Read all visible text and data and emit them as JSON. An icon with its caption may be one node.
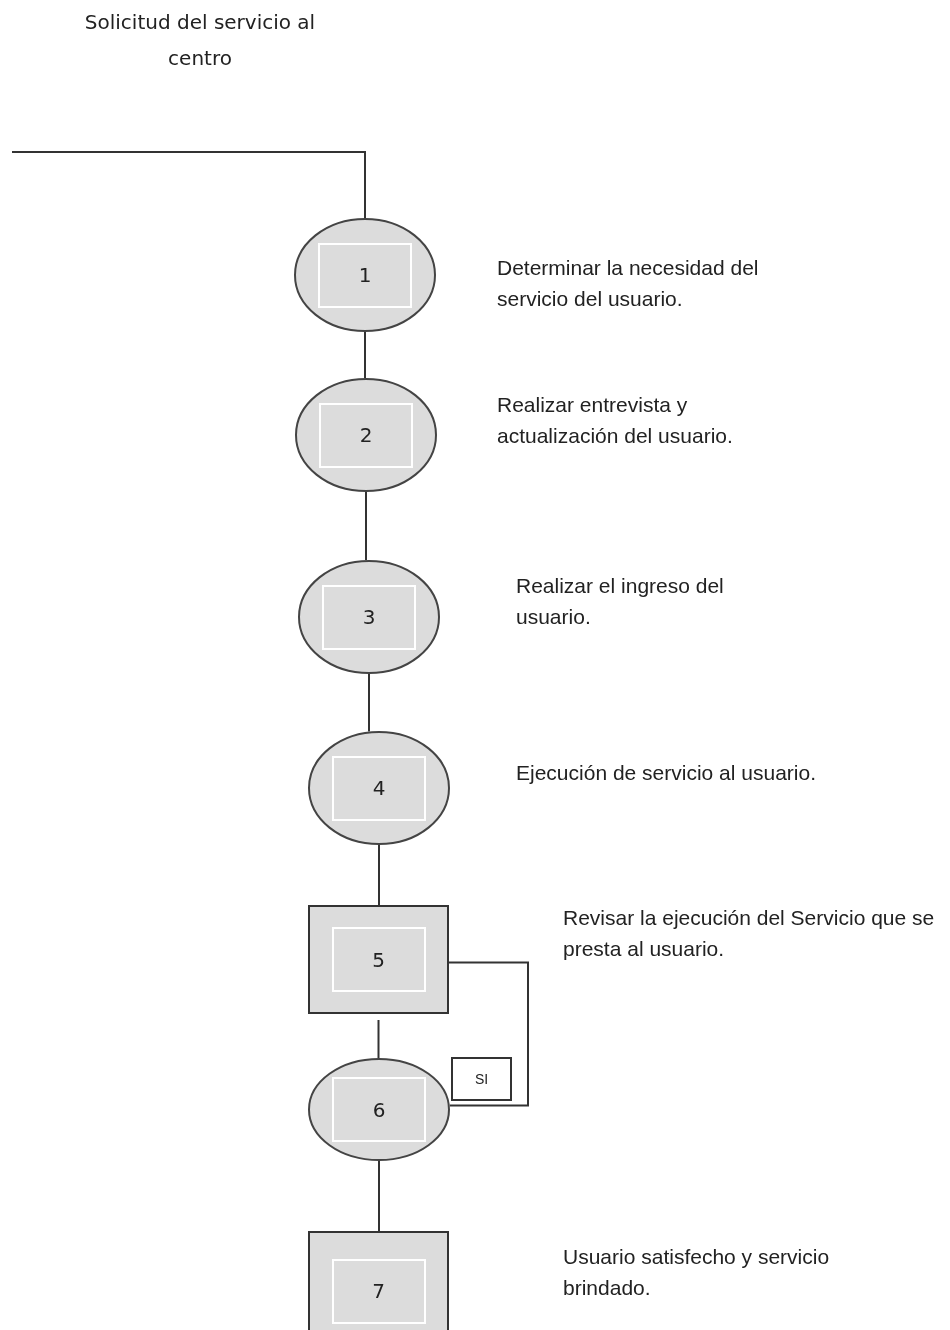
{
  "diagram": {
    "nodes": [
      {
        "text": [
          "1"
        ],
        "beside": [
          "Determinar la necesidad del servicio del usuario."
        ]
      },
      {
        "text": [
          "2"
        ],
        "beside": [
          "Realizar entrevista y actualización del usuario."
        ]
      },
      {
        "text": [
          "3"
        ],
        "beside": [
          "Realizar el ingreso del usuario."
        ]
      },
      {
        "text": [
          "4"
        ],
        "beside": [
          "Ejecución de servicio al usuario."
        ]
      },
      {
        "text": [
          "5"
        ]
      },
      {
        "text": [
          "6"
        ]
      },
      {
        "text": [
          "SI"
        ]
      },
      {
        "text": [
          "7"
        ]
      }
    ],
    "edges": [
      {
        "from": null,
        "to": 0,
        "arrow": "none"
      },
      {
        "from": 0,
        "to": 1,
        "arrow": "none"
      },
      {
        "from": 1,
        "to": 2,
        "arrow": "none"
      },
      {
        "from": 2,
        "to": 3,
        "arrow": "none"
      },
      {
        "from": 3,
        "to": 4,
        "arrow": "none"
      },
      {
        "from": 4,
        "to": 5,
        "arrow": "none"
      },
      {
        "from": 4,
        "to": 5,
        "arrow": "none"
      },
      {
        "from": 5,
        "to": 7,
        "arrow": "none"
      }
    ],
    "labels": [
      "Solicitud del servicio al centro",
      "Revisar la ejecución del Servicio que se presta al usuario.",
      "Usuario satisfecho y servicio brindado."
    ]
  }
}
